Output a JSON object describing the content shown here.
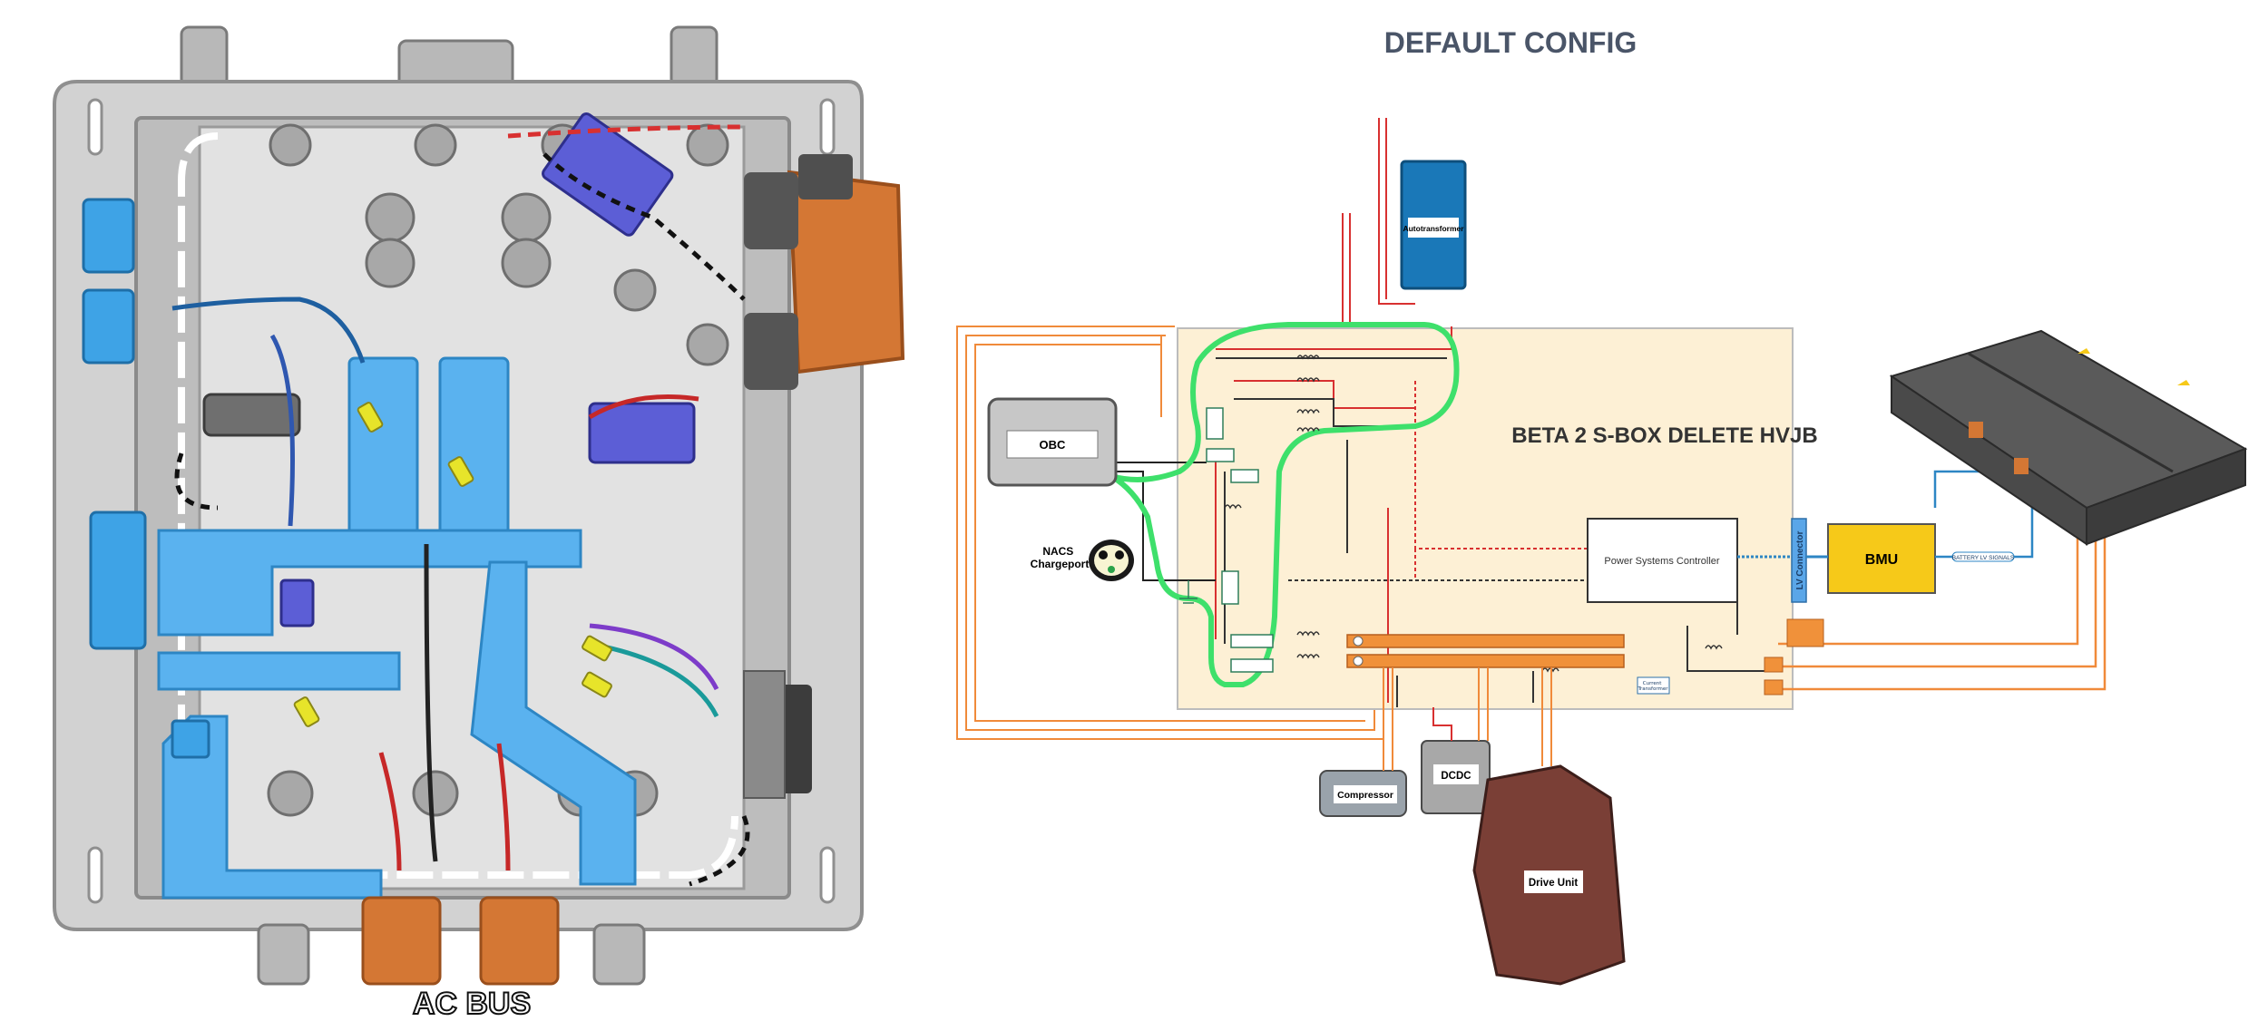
{
  "header": {
    "title": "DEFAULT CONFIG"
  },
  "board": {
    "caption": "AC BUS"
  },
  "schematic": {
    "enclosure_title": "BETA 2 S-BOX DELETE HVJB",
    "components": {
      "obc": "OBC",
      "chargeport": "NACS\nChargeport",
      "autotransformer": "Autotransformer",
      "power_systems_controller": "Power Systems Controller",
      "lv_connector": "LV Connector",
      "bmu": "BMU",
      "battery_lv_signals": "BATTERY LV SIGNALS",
      "compressor": "Compressor",
      "dcdc": "DCDC",
      "drive_unit": "Drive Unit",
      "current_transformer": "Current\nTransformer"
    }
  },
  "colors": {
    "enclosure_fill": "#fdf0d5",
    "bus_bar": "#f0913a",
    "bmu_fill": "#f6c919",
    "highlight_path": "#3ee06b",
    "board_connector_blue": "#3ea3e6",
    "autotransformer_blue": "#1a78b8",
    "drive_unit_brown": "#7a3f36",
    "wire_red": "#d83030",
    "wire_orange": "#f08a3a"
  }
}
